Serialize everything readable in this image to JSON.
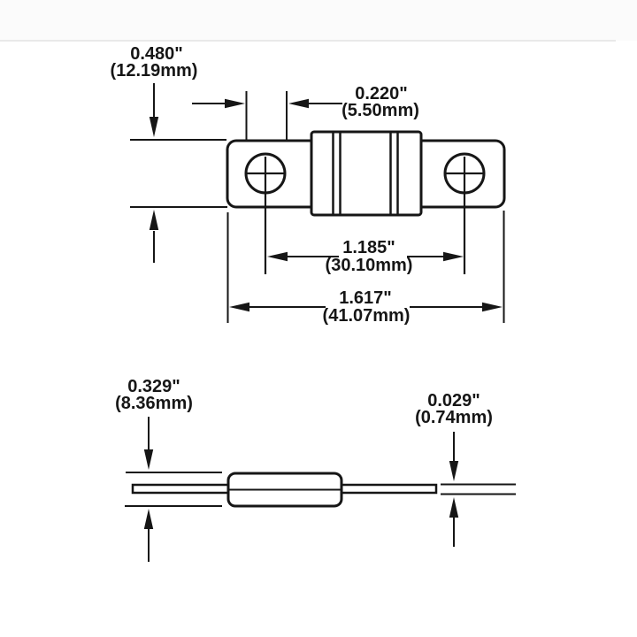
{
  "drawing": {
    "subject": "bolt-down-fuse-dimension-drawing",
    "views": [
      "top-view",
      "side-view"
    ]
  },
  "dimensions": {
    "mounting_tab_width": {
      "inches": "0.480\"",
      "mm": "(12.19mm)"
    },
    "hole_diameter": {
      "inches": "0.220\"",
      "mm": "(5.50mm)"
    },
    "hole_center_spacing": {
      "inches": "1.185\"",
      "mm": "(30.10mm)"
    },
    "overall_length": {
      "inches": "1.617\"",
      "mm": "(41.07mm)"
    },
    "body_height": {
      "inches": "0.329\"",
      "mm": "(8.36mm)"
    },
    "tab_thickness": {
      "inches": "0.029\"",
      "mm": "(0.74mm)"
    }
  },
  "colors": {
    "line": "#161616",
    "background": "#ffffff",
    "divider": "#e3e3e3"
  }
}
